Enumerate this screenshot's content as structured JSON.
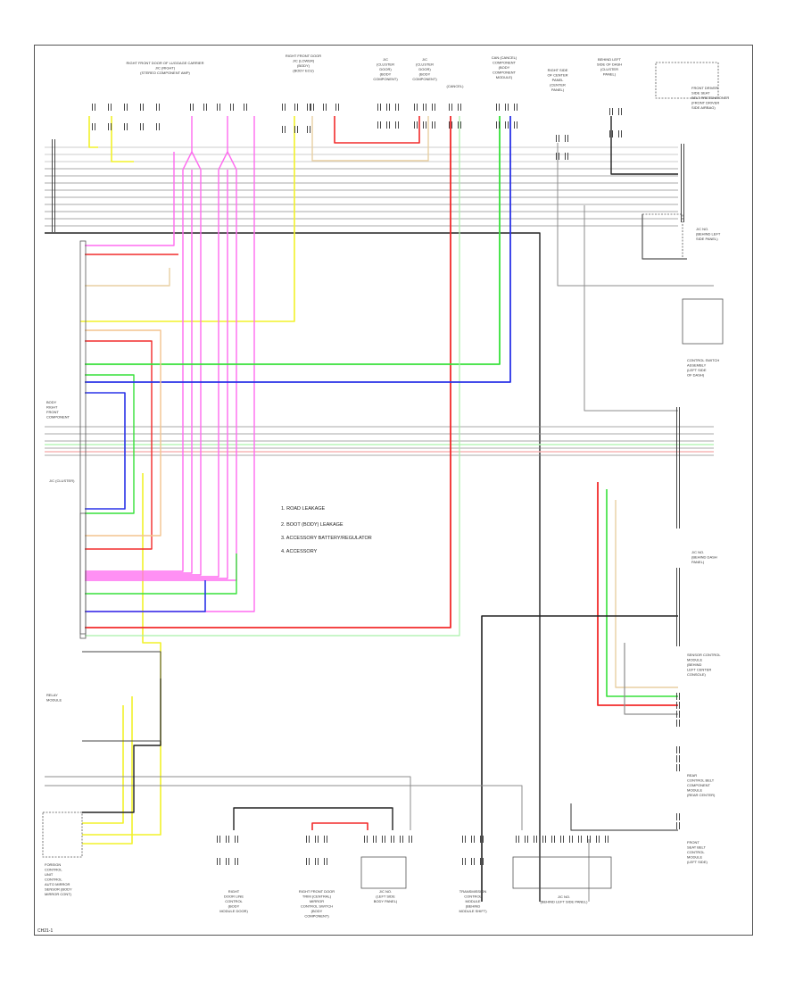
{
  "notes": [
    "1. ROAD LEAKAGE",
    "2. BOOT (BODY) LEAKAGE",
    "3. ACCESSORY BATTERY/REGULATOR",
    "4. ACCESSORY"
  ],
  "components": {
    "top_left_connector": "RIGHT FRONT DOOR OF LUGGAGE CARRIER\nJ/C (RIGHT)\n(STEREO COMPONENT AMP)",
    "top_center_connector": "RIGHT FRONT DOOR\nJ/C (LOWER)\n(BODY)\n(BODY ECU)",
    "top_j1": "J/C\n(CLUSTER\nDOOR)\n(BODY\nCOMPONENT)",
    "top_j2": "J/C\n(CLUSTER\nDOOR)\n(BODY\nCOMPONENT)",
    "top_cancel": "(CANCEL)",
    "top_can": "CAN (CANCEL)\nCOMPONENT\n(BODY\nCOMPONENT\nMODULE)",
    "top_right_1": "RIGHT SIDE\nOF CENTER\nPANEL\n(CENTER\nPANEL)",
    "top_right_2": "BEHIND LEFT\nSIDE OF DASH\n(CLUSTER\nPANEL)",
    "right_top_box": "FRONT DRIVER\nSIDE SEAT\nBELT PRETENSIONER\n(FRONT DRIVER\nSIDE AIRBAG)",
    "right_jb1": "J/C NO.\n(BEHIND LEFT\nSIDE PANEL)",
    "right_switch": "CONTROL SWITCH\nASSEMBLY\n(LEFT SIDE\nOF DASH)",
    "right_jb2": "J/C NO.\n(BEHIND DASH\nPANEL)",
    "right_sensor": "SENSOR CONTROL\nMODULE\n(BEHIND\nLEFT CENTER\nCONSOLE)",
    "right_rear": "REAR\nCONTROL BELT\nCOMPONENT\nMODULE\n(REAR CENTER)",
    "right_bottom": "FRONT\nSEAT BELT\nCONTROL\nMODULE\n(LEFT SIDE)",
    "left_main": "BODY\nRIGHT\nFRONT\nCOMPONENT",
    "left_keyless": "J/C (CLUSTER)",
    "left_remote": "RELAY\nMODULE",
    "left_bottom": "FOREIGN\nCONTROL\nUNIT\nCONTROL\nAUTO MIRROR\nSENSOR (BODY\nMIRROR CONT)",
    "bottom_1": "RIGHT\nDOOR LINE\nCONTROL\n(BODY\nMODULE DOOR)",
    "bottom_2": "RIGHT FRONT DOOR\nTRIM (CENTRAL)\nMIRROR\nCONTROL SWITCH\n(BODY\nCOMPONENT)",
    "bottom_3": "J/C NO.\n(LEFT SIDE\nBODY PANEL)",
    "bottom_4": "TRANSMISSION\nCONTROL\nMODULE\n(BEHIND\nMODULE SHIFT)",
    "bottom_5": "J/C NO.\n(BEHIND LEFT SIDE PANEL)"
  },
  "footer_code": "CH21-1",
  "colors": {
    "yellow": "#f2f22a",
    "pink": "#ff6bf0",
    "red": "#f22b2b",
    "green": "#37e13a",
    "blue": "#2a33e8",
    "tan": "#e8cfa2",
    "black": "#222222",
    "gray": "#8d8d8d"
  }
}
